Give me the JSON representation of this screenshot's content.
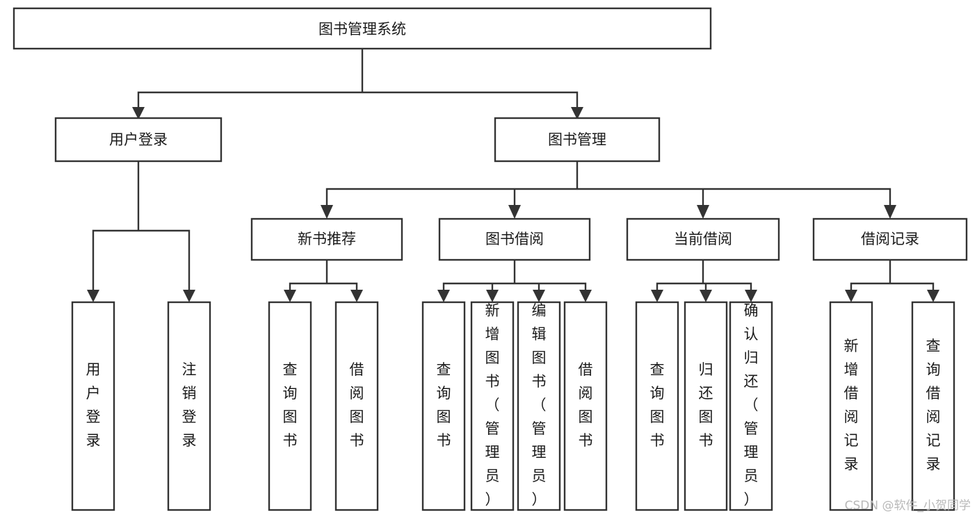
{
  "diagram": {
    "title": "图书管理系统",
    "watermark": "CSDN @软件_小贺同学",
    "style": {
      "box_fill": "#ffffff",
      "box_stroke": "#333333",
      "text_color": "#1a1a1a",
      "watermark_color": "#b8b8b8",
      "background": "#ffffff"
    },
    "nodes": {
      "root": {
        "label": "图书管理系统"
      },
      "level2": [
        {
          "id": "user-login",
          "label": "用户登录"
        },
        {
          "id": "book-manage",
          "label": "图书管理"
        }
      ],
      "level3": [
        {
          "id": "new-book-recommend",
          "label": "新书推荐"
        },
        {
          "id": "book-borrow",
          "label": "图书借阅"
        },
        {
          "id": "current-borrow",
          "label": "当前借阅"
        },
        {
          "id": "borrow-record",
          "label": "借阅记录"
        }
      ],
      "leaves": {
        "user-login": [
          {
            "id": "leaf-user-login",
            "label": "用户登录"
          },
          {
            "id": "leaf-user-logout",
            "label": "注销登录"
          }
        ],
        "new-book-recommend": [
          {
            "id": "leaf-query-book-1",
            "label": "查询图书"
          },
          {
            "id": "leaf-borrow-book-1",
            "label": "借阅图书"
          }
        ],
        "book-borrow": [
          {
            "id": "leaf-query-book-2",
            "label": "查询图书"
          },
          {
            "id": "leaf-add-book",
            "label": "新增图书（管理员）"
          },
          {
            "id": "leaf-edit-book",
            "label": "编辑图书（管理员）"
          },
          {
            "id": "leaf-borrow-book-2",
            "label": "借阅图书"
          }
        ],
        "current-borrow": [
          {
            "id": "leaf-query-book-3",
            "label": "查询图书"
          },
          {
            "id": "leaf-return-book",
            "label": "归还图书"
          },
          {
            "id": "leaf-confirm-return",
            "label": "确认归还（管理员）"
          }
        ],
        "borrow-record": [
          {
            "id": "leaf-add-record",
            "label": "新增借阅记录"
          },
          {
            "id": "leaf-query-record",
            "label": "查询借阅记录"
          }
        ]
      }
    }
  },
  "chart_data": {
    "type": "diagram",
    "title": "图书管理系统",
    "orientation": "top-down tree",
    "levels": 4,
    "tree": {
      "label": "图书管理系统",
      "children": [
        {
          "label": "用户登录",
          "children": [
            {
              "label": "用户登录"
            },
            {
              "label": "注销登录"
            }
          ]
        },
        {
          "label": "图书管理",
          "children": [
            {
              "label": "新书推荐",
              "children": [
                {
                  "label": "查询图书"
                },
                {
                  "label": "借阅图书"
                }
              ]
            },
            {
              "label": "图书借阅",
              "children": [
                {
                  "label": "查询图书"
                },
                {
                  "label": "新增图书（管理员）"
                },
                {
                  "label": "编辑图书（管理员）"
                },
                {
                  "label": "借阅图书"
                }
              ]
            },
            {
              "label": "当前借阅",
              "children": [
                {
                  "label": "查询图书"
                },
                {
                  "label": "归还图书"
                },
                {
                  "label": "确认归还（管理员）"
                }
              ]
            },
            {
              "label": "借阅记录",
              "children": [
                {
                  "label": "新增借阅记录"
                },
                {
                  "label": "查询借阅记录"
                }
              ]
            }
          ]
        }
      ]
    }
  }
}
